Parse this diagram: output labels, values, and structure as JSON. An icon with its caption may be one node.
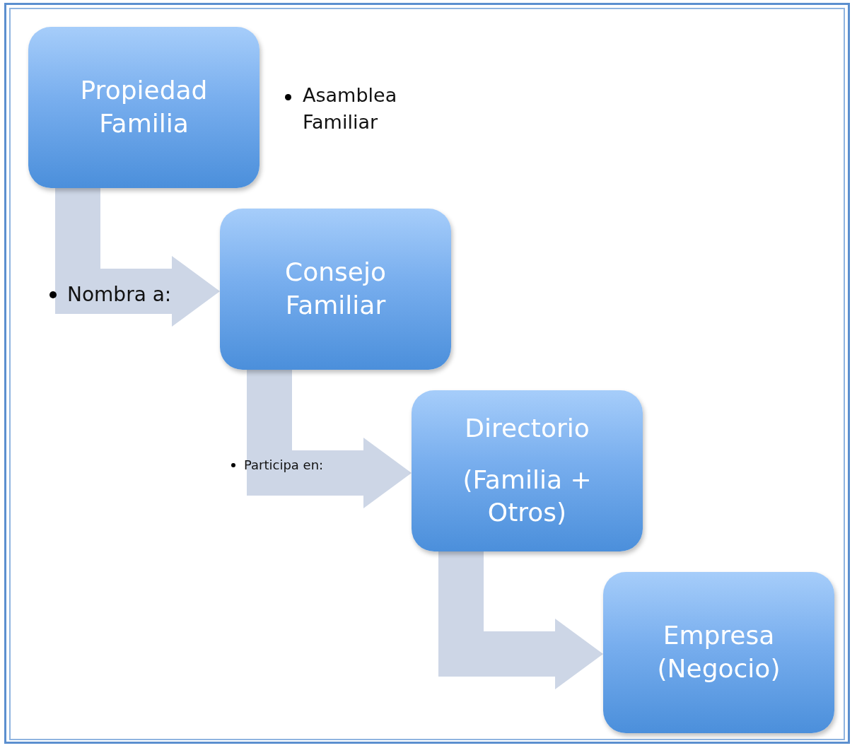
{
  "diagram": {
    "nodes": [
      {
        "text": [
          "Propiedad Familia"
        ],
        "beside": [
          "Asamblea Familiar"
        ]
      },
      {
        "text": [
          "Consejo Familiar"
        ]
      },
      {
        "text": [
          "Directorio",
          "(Familia + Otros)"
        ]
      },
      {
        "text": [
          "Empresa (Negocio)"
        ]
      }
    ],
    "edges": [
      {
        "from": 0,
        "to": 1,
        "arrow": "to",
        "label": "Nombra a:"
      },
      {
        "from": 1,
        "to": 2,
        "arrow": "to",
        "label": "Participa en:"
      },
      {
        "from": 2,
        "to": 3,
        "arrow": "to"
      }
    ]
  }
}
